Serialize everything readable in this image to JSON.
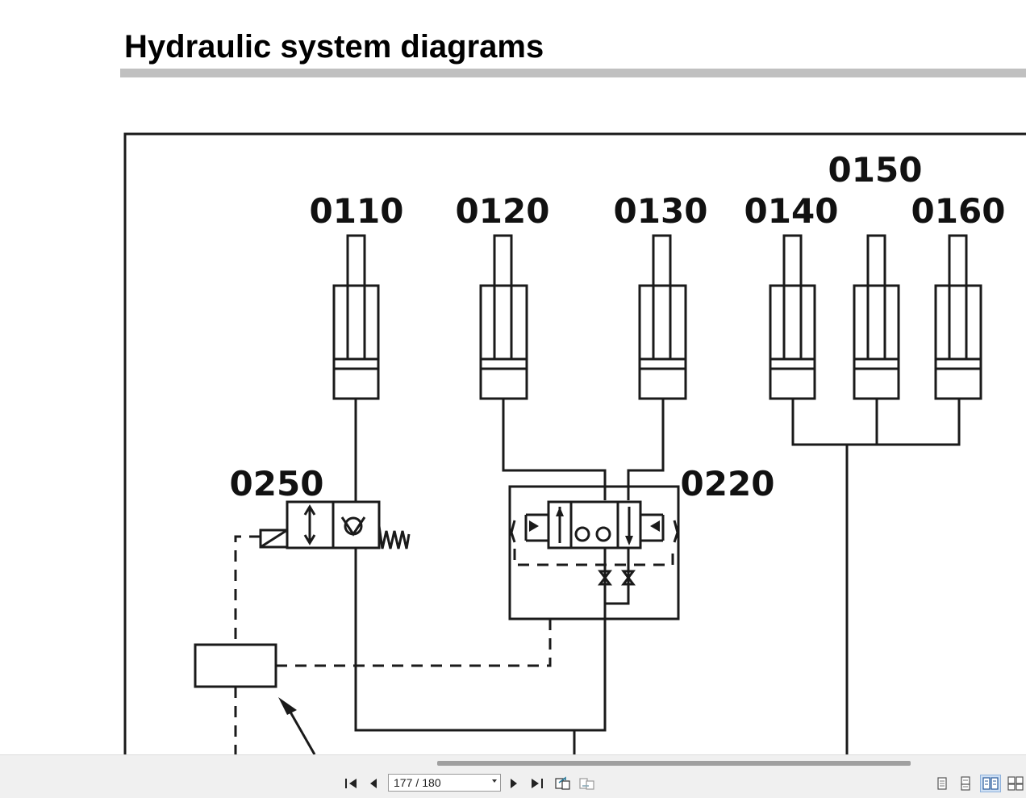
{
  "document": {
    "title": "Hydraulic system diagrams"
  },
  "diagram": {
    "labels": {
      "c0110": "0110",
      "c0120": "0120",
      "c0130": "0130",
      "c0140": "0140",
      "c0150": "0150",
      "c0160": "0160",
      "v0250": "0250",
      "v0220": "0220"
    }
  },
  "toolbar": {
    "current_page": "177",
    "separator": "/",
    "total_pages": "180"
  }
}
